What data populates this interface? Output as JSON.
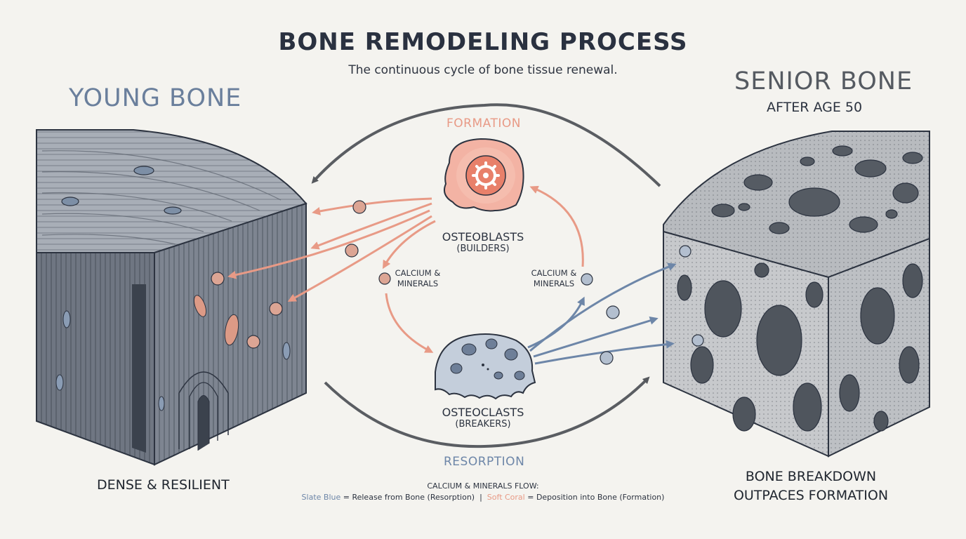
{
  "header": {
    "title": "BONE REMODELING PROCESS",
    "subtitle": "The continuous cycle of bone tissue renewal."
  },
  "young": {
    "title": "YOUNG BONE",
    "caption": "DENSE & RESILIENT"
  },
  "senior": {
    "title": "SENIOR BONE",
    "subtitle": "AFTER AGE 50",
    "caption_line1": "BONE BREAKDOWN",
    "caption_line2": "OUTPACES FORMATION"
  },
  "cycle": {
    "formation_label": "FORMATION",
    "resorption_label": "RESORPTION",
    "osteoblasts": {
      "name": "OSTEOBLASTS",
      "role": "(BUILDERS)"
    },
    "osteoclasts": {
      "name": "OSTEOCLASTS",
      "role": "(BREAKERS)"
    },
    "minerals_left": {
      "line1": "CALCIUM &",
      "line2": "MINERALS"
    },
    "minerals_right": {
      "line1": "CALCIUM &",
      "line2": "MINERALS"
    }
  },
  "legend": {
    "title": "CALCIUM & MINERALS FLOW:",
    "blue_key": "Slate Blue",
    "blue_desc": " = Release from Bone (Resorption)",
    "separator": "  |  ",
    "coral_key": "Soft Coral",
    "coral_desc": " = Deposition into Bone (Formation)"
  },
  "colors": {
    "slate_blue": "#6d86a8",
    "soft_coral": "#e89a86",
    "cycle_arrow": "#5a5d62",
    "background": "#f4f3ef"
  }
}
